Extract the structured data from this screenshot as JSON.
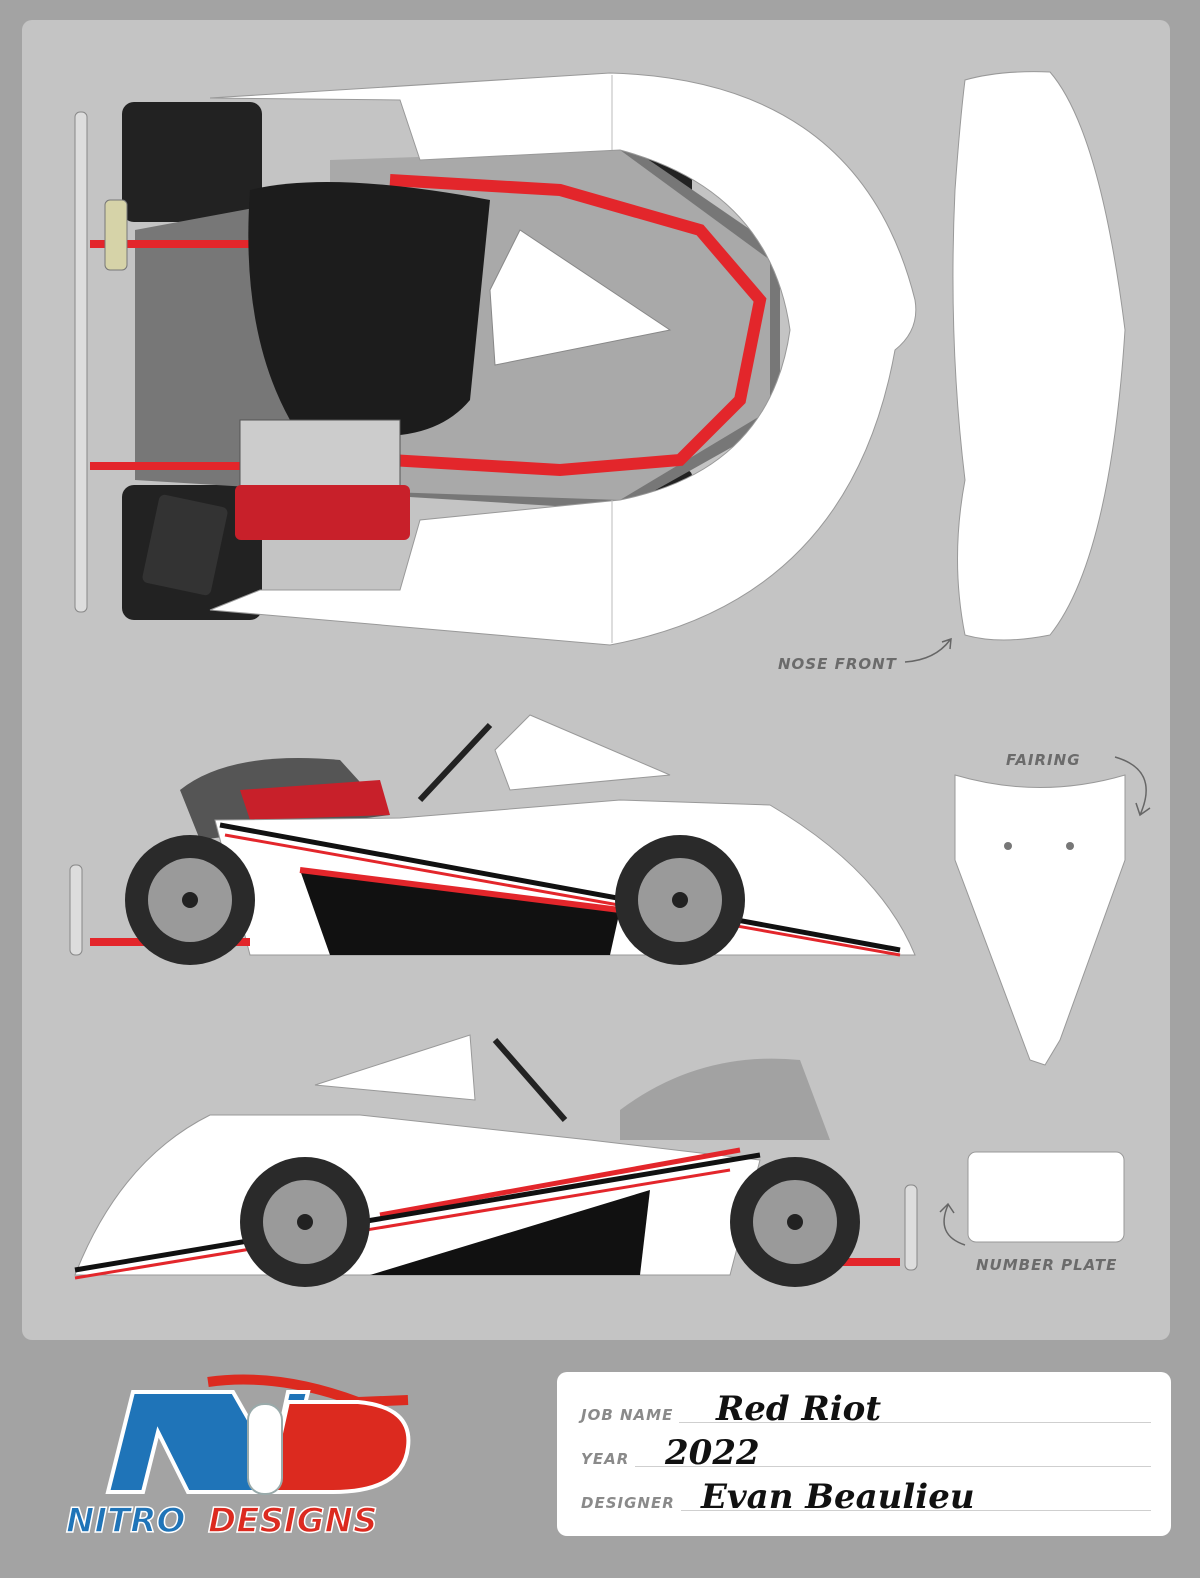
{
  "labels": {
    "nose_front": "NOSE FRONT",
    "fairing": "FAIRING",
    "number_plate": "NUMBER PLATE"
  },
  "logo": {
    "brand_initials": "ND",
    "brand_name_1": "NITRO",
    "brand_name_2": "DESIGNS",
    "colors": {
      "blue": "#1f74b8",
      "red": "#dc2a1f"
    }
  },
  "job_card": {
    "job_name_label": "JOB NAME",
    "job_name": "Red Riot",
    "year_label": "YEAR",
    "year": "2022",
    "designer_label": "DESIGNER",
    "designer": "Evan Beaulieu"
  },
  "colors": {
    "background": "#a3a3a3",
    "panel": "#c4c4c4",
    "accent_red": "#e3262b",
    "stripe_black": "#111111",
    "body_white": "#ffffff"
  }
}
